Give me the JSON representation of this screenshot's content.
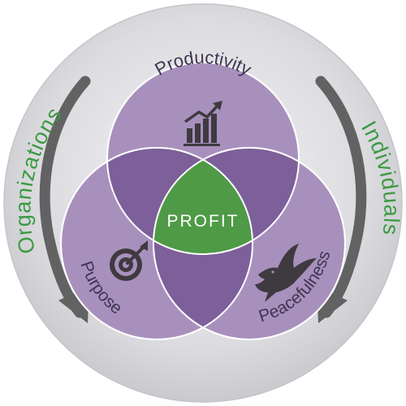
{
  "diagram": {
    "outer_labels": {
      "left": "Organizations",
      "right": "Individuals"
    },
    "circles": {
      "top": "Productivity",
      "bottom_left": "Purpose",
      "bottom_right": "Peacefulness"
    },
    "center": "PROFIT",
    "icons": {
      "top": "bar-chart-growth-icon",
      "bottom_left": "target-arrow-icon",
      "bottom_right": "dove-icon"
    },
    "colors": {
      "outer_disc": "#d8d8dc",
      "circle_fill": "#a890bd",
      "overlap_fill": "#7d5f9a",
      "center_fill": "#4f9a46",
      "label_text": "#3f3550",
      "outer_label_text": "#3c9a42",
      "arrow": "#626262",
      "icon": "#3e3a40"
    }
  }
}
